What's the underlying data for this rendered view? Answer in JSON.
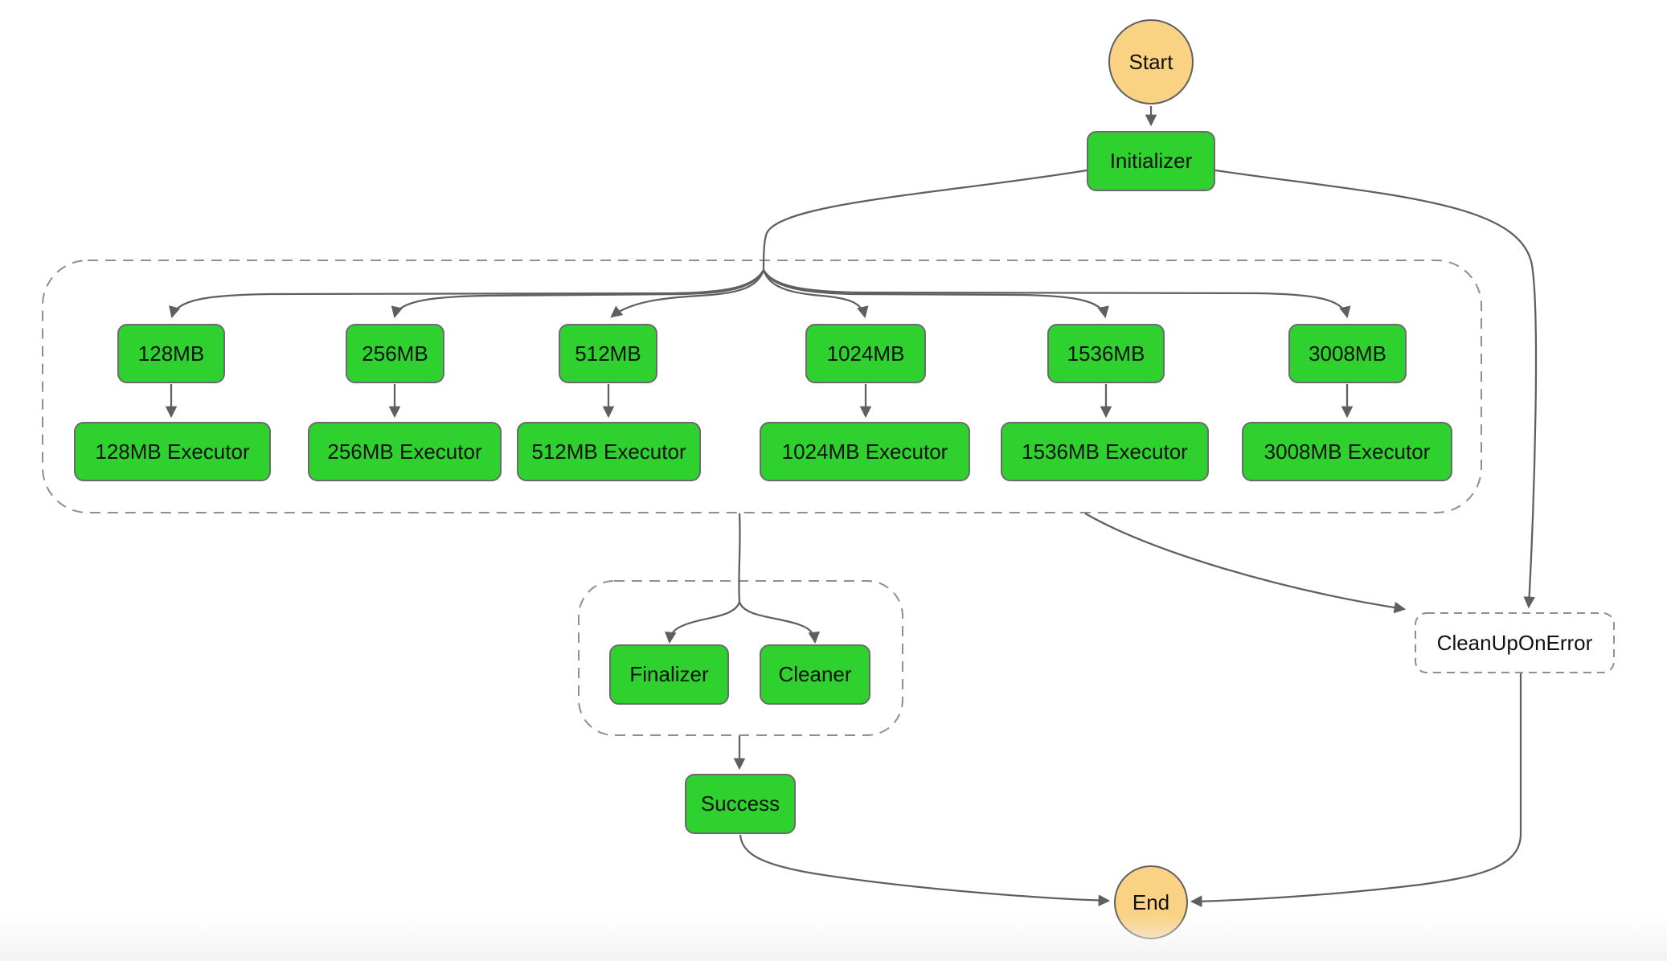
{
  "diagram": {
    "nodes": {
      "start": "Start",
      "initializer": "Initializer",
      "finalizer": "Finalizer",
      "cleaner": "Cleaner",
      "success": "Success",
      "cleanup": "CleanUpOnError",
      "end": "End"
    },
    "branches": [
      {
        "chooser": "128MB",
        "executor": "128MB Executor"
      },
      {
        "chooser": "256MB",
        "executor": "256MB Executor"
      },
      {
        "chooser": "512MB",
        "executor": "512MB Executor"
      },
      {
        "chooser": "1024MB",
        "executor": "1024MB Executor"
      },
      {
        "chooser": "1536MB",
        "executor": "1536MB Executor"
      },
      {
        "chooser": "3008MB",
        "executor": "3008MB Executor"
      }
    ],
    "colors": {
      "task_fill": "#2ed12e",
      "task_border": "#6b6b6b",
      "terminal_fill": "#fad283",
      "edge": "#5f5f5f",
      "dashed_border": "#8f8f8f",
      "background": "#ffffff"
    }
  }
}
